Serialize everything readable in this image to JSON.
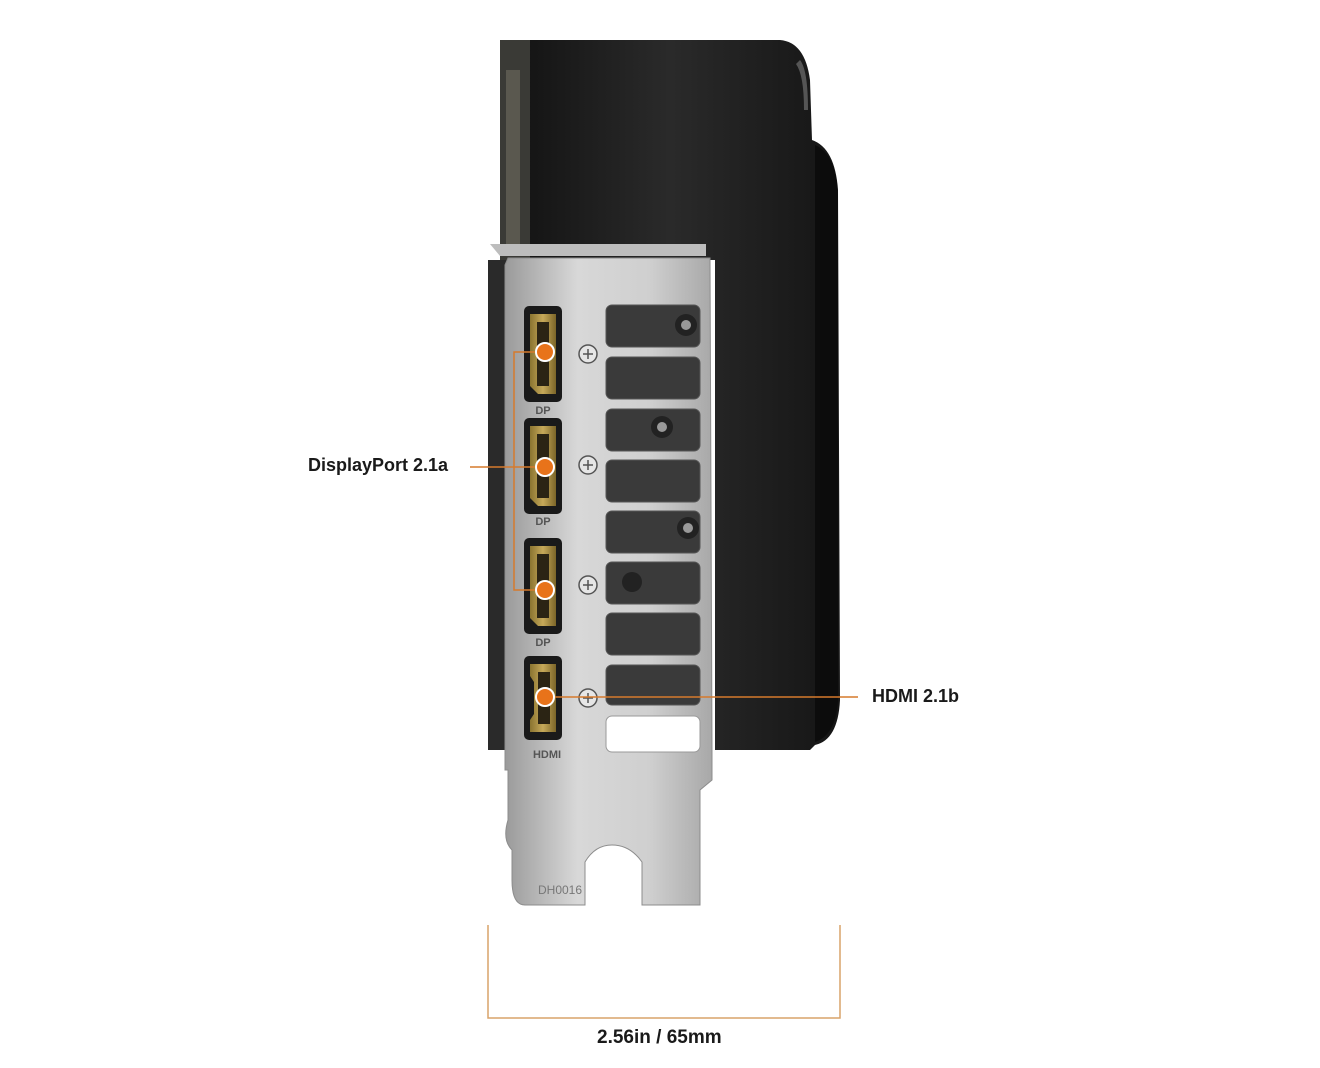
{
  "callouts": {
    "displayport": "DisplayPort 2.1a",
    "hdmi": "HDMI 2.1b"
  },
  "dimension": "2.56in / 65mm",
  "port_marks": {
    "dp": "DP",
    "hdmi": "HDMI"
  },
  "bracket_code": "DH0016",
  "colors": {
    "accent": "#e8731a",
    "leader": "#d67a2c",
    "dimension_line": "#d9a36a",
    "card_body": "#1b1b1b",
    "bracket": "#c9c9c9"
  }
}
